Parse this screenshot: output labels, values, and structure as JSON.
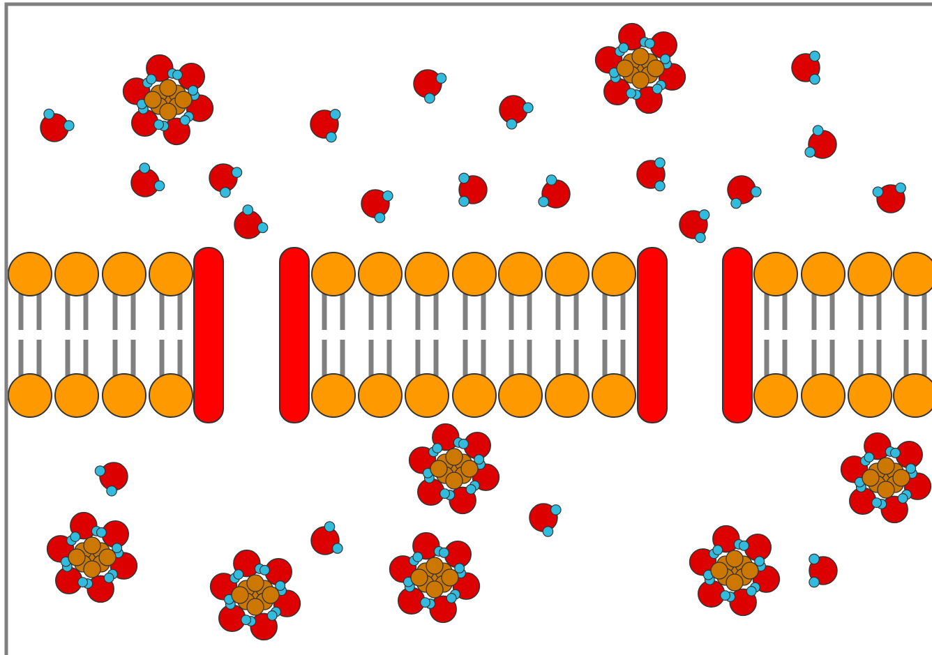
{
  "diagram": {
    "colors": {
      "background": "#ffffff",
      "frame": "#808080",
      "phospholipid_head": "#ff9900",
      "phospholipid_tail": "#808080",
      "channel_protein": "#ff0000",
      "water_oxygen": "#dd0000",
      "water_hydrogen": "#33bbdd",
      "solute_core": "#cc7700",
      "outline": "#333333"
    },
    "icons": {
      "membrane": "phospholipid-bilayer",
      "channel": "channel-protein",
      "water": "water-molecule",
      "solute": "hydrated-solute"
    }
  }
}
